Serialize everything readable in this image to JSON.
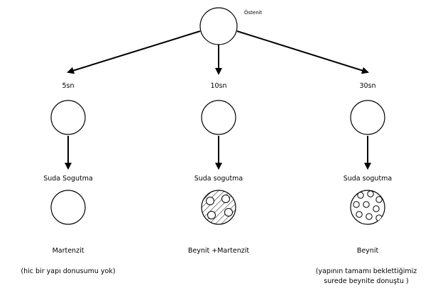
{
  "top": {
    "label": "Östenit"
  },
  "branches": [
    {
      "time": "5sn",
      "process": "Suda Sogutma",
      "result": "Martenzit",
      "note_lines": [
        "(hic bir yapı donusumu yok)"
      ],
      "structure": "plain"
    },
    {
      "time": "10sn",
      "process": "Suda sogutma",
      "result": "Beynit +Martenzit",
      "note_lines": [],
      "structure": "hatched-with-particles"
    },
    {
      "time": "30sn",
      "process": "Suda sogutma",
      "result": "Beynit",
      "note_lines": [
        "(yapının tamamı beklettiğimiz",
        "surede beynite donuştu )"
      ],
      "structure": "particles"
    }
  ]
}
